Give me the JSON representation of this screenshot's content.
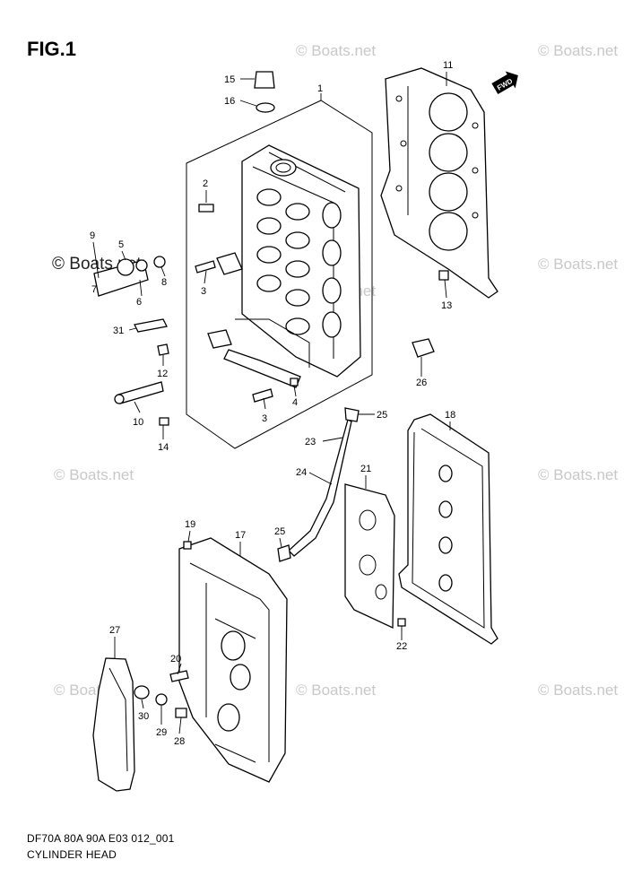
{
  "figure": {
    "title": "FIG.1",
    "code": "DF70A 80A 90A E03 012_001",
    "name": "CYLINDER HEAD"
  },
  "watermark": {
    "text": "© Boats.net",
    "color": "#c8c8c8"
  },
  "direction_badge": "FWD",
  "callouts": {
    "c1": "1",
    "c2": "2",
    "c3a": "3",
    "c3b": "3",
    "c4": "4",
    "c5": "5",
    "c6": "6",
    "c7": "7",
    "c8": "8",
    "c9": "9",
    "c10": "10",
    "c11": "11",
    "c12": "12",
    "c13": "13",
    "c14": "14",
    "c15": "15",
    "c16": "16",
    "c17": "17",
    "c18": "18",
    "c19": "19",
    "c20": "20",
    "c21": "21",
    "c22": "22",
    "c23": "23",
    "c24": "24",
    "c25a": "25",
    "c25b": "25",
    "c26": "26",
    "c27": "27",
    "c28": "28",
    "c29": "29",
    "c30": "30",
    "c31": "31"
  }
}
